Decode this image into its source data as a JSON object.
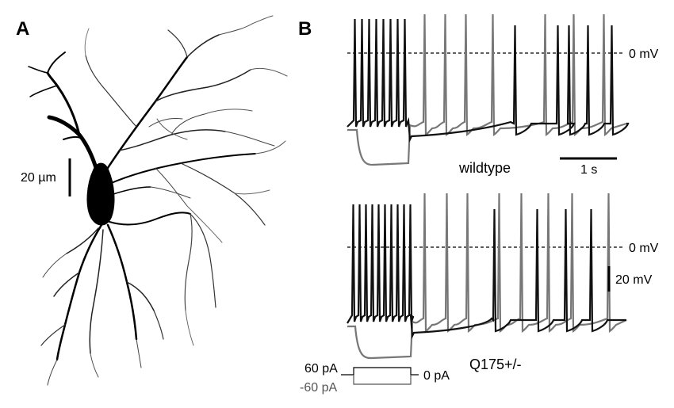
{
  "panel_a": {
    "letter": "A",
    "scale_bar_label": "20 µm"
  },
  "panel_b": {
    "letter": "B",
    "top": {
      "condition_label": "wildtype",
      "zero_line_label": "0 mV",
      "time_scale_label": "1 s"
    },
    "bottom": {
      "condition_label": "Q175+/-",
      "zero_line_label": "0 mV",
      "voltage_scale_label": "20 mV"
    },
    "stimulus": {
      "positive_label": "60 pA",
      "negative_label": "-60 pA",
      "baseline_label": "0 pA"
    }
  },
  "colors": {
    "positive_trace": "#111111",
    "negative_trace": "#777777",
    "neuron": "#000000"
  }
}
